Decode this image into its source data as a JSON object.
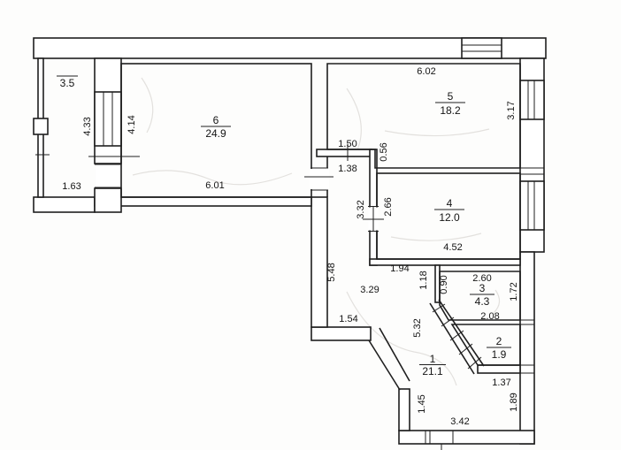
{
  "plan": {
    "title": "apartment-floor-plan",
    "rooms": [
      {
        "number": "1",
        "area": "21.1"
      },
      {
        "number": "2",
        "area": "1.9"
      },
      {
        "number": "3",
        "area": "4.3"
      },
      {
        "number": "4",
        "area": "12.0"
      },
      {
        "number": "5",
        "area": "18.2"
      },
      {
        "number": "6",
        "area": "24.9"
      }
    ],
    "balcony": {
      "area": "3.5"
    },
    "dims": {
      "room5_top_width": "6.02",
      "room6_bottom_width": "6.01",
      "balcony_bottom_width": "1.63",
      "balcony_height": "4.33",
      "room6_height": "4.14",
      "room5_right_height": "3.17",
      "corridor_top_opening": "1.50",
      "corridor_width": "1.38",
      "room5_notch_depth": "0.56",
      "corridor_height": "3.32",
      "room4_height": "2.66",
      "room4_width": "4.52",
      "hall_top_width": "1.94",
      "hall_upper_width": "3.29",
      "hall_left_height": "5.48",
      "hall_step_width": "1.54",
      "room3_wall_height": "1.18",
      "room3_left_height": "0.90",
      "room3_top_width": "2.60",
      "room3_right_height": "1.72",
      "room3_bottom_width": "2.08",
      "hall_diag_height": "5.32",
      "room2_bottom_width": "1.37",
      "hall_nook_right_height": "1.89",
      "hall_lower_left_height": "1.45",
      "hall_bottom_width": "3.42"
    }
  }
}
